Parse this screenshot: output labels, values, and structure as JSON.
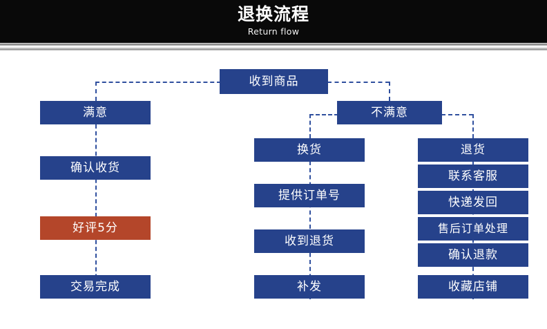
{
  "header": {
    "title": "退换流程",
    "subtitle": "Return flow"
  },
  "flow": {
    "start": {
      "label": "收到商品"
    },
    "branches": [
      {
        "label": "满意"
      },
      {
        "label": "不满意"
      }
    ],
    "satisfied_column": [
      {
        "label": "确认收货",
        "color": "#26428b"
      },
      {
        "label": "好评5分",
        "color": "#b4462a"
      },
      {
        "label": "交易完成",
        "color": "#26428b"
      }
    ],
    "exchange_column": {
      "head": {
        "label": "换货"
      },
      "steps": [
        {
          "label": "提供订单号"
        },
        {
          "label": "收到退货"
        },
        {
          "label": "补发"
        }
      ]
    },
    "return_column": {
      "head": {
        "label": "退货"
      },
      "steps": [
        {
          "label": "联系客服"
        },
        {
          "label": "快递发回"
        },
        {
          "label": "售后订单处理"
        },
        {
          "label": "确认退款"
        },
        {
          "label": "收藏店铺"
        }
      ]
    }
  },
  "colors": {
    "box_blue": "#26428b",
    "box_orange": "#b4462a",
    "connector": "#2f4f9e",
    "header_bg": "#090909",
    "page_bg": "#ffffff"
  }
}
